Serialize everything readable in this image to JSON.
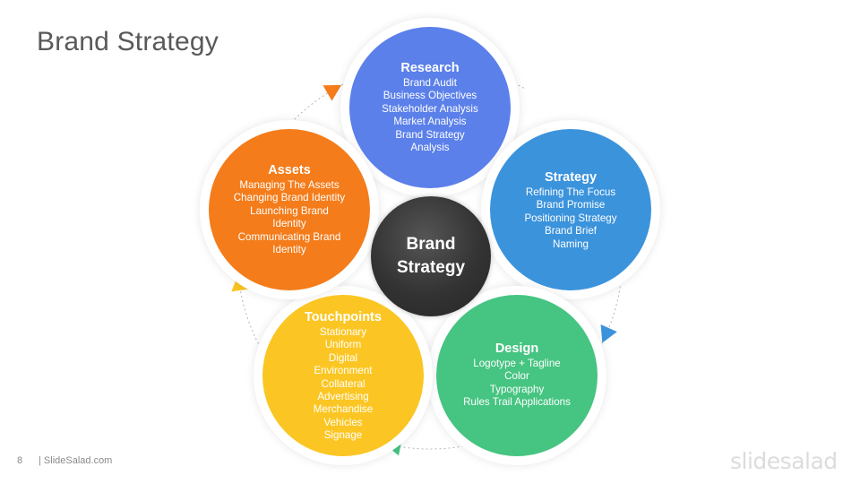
{
  "title": "Brand Strategy",
  "center": {
    "line1": "Brand",
    "line2": "Strategy"
  },
  "nodes": [
    {
      "heading": "Research",
      "items": [
        "Brand Audit",
        "Business Objectives",
        "Stakeholder Analysis",
        "Market Analysis",
        "Brand Strategy",
        "Analysis"
      ],
      "color": "#5b80ea"
    },
    {
      "heading": "Strategy",
      "items": [
        "Refining The Focus",
        "Brand Promise",
        "Positioning Strategy",
        "Brand Brief",
        "Naming"
      ],
      "color": "#3b93dc"
    },
    {
      "heading": "Design",
      "items": [
        "Logotype + Tagline",
        "Color",
        "Typography",
        "Rules Trail Applications"
      ],
      "color": "#46c481"
    },
    {
      "heading": "Touchpoints",
      "items": [
        "Stationary",
        "Uniform",
        "Digital",
        "Environment",
        "Collateral",
        "Advertising",
        "Merchandise",
        "Vehicles",
        "Signage"
      ],
      "color": "#fbc623"
    },
    {
      "heading": "Assets",
      "items": [
        "Managing The Assets",
        "Changing Brand Identity",
        "Launching Brand",
        "Identity",
        "Communicating Brand",
        "Identity"
      ],
      "color": "#f47c1a"
    }
  ],
  "arrow_colors": [
    "#5b80ea",
    "#3b93dc",
    "#46c481",
    "#fbc623",
    "#f47c1a"
  ],
  "footer": {
    "page": "8",
    "site": "| SlideSalad.com"
  },
  "logo": "slidesalad"
}
